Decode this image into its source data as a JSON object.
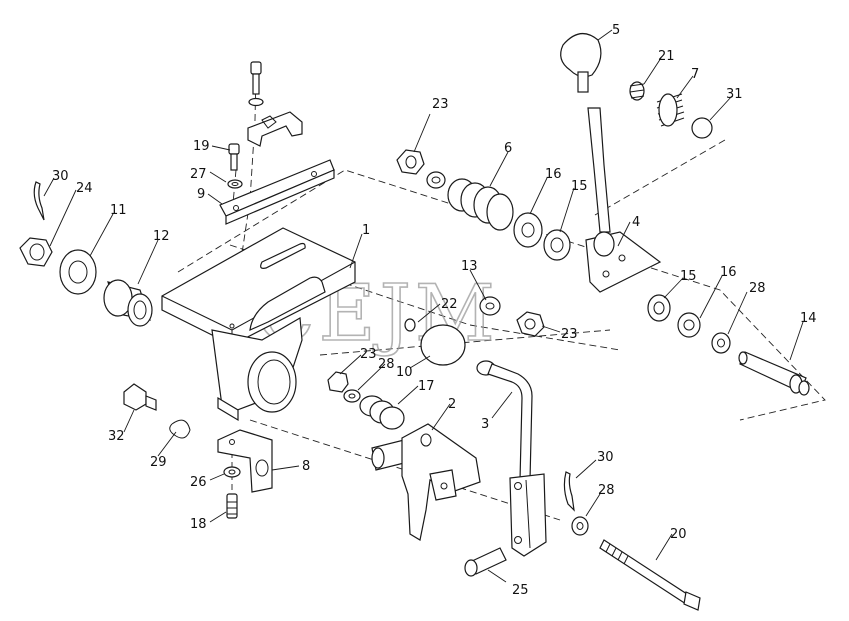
{
  "watermark": "CEJM",
  "parts": [
    {
      "id": "1",
      "label": "1"
    },
    {
      "id": "2",
      "label": "2"
    },
    {
      "id": "3",
      "label": "3"
    },
    {
      "id": "4",
      "label": "4"
    },
    {
      "id": "5",
      "label": "5"
    },
    {
      "id": "6",
      "label": "6"
    },
    {
      "id": "7",
      "label": "7"
    },
    {
      "id": "8",
      "label": "8"
    },
    {
      "id": "9",
      "label": "9"
    },
    {
      "id": "10",
      "label": "10"
    },
    {
      "id": "11",
      "label": "11"
    },
    {
      "id": "12",
      "label": "12"
    },
    {
      "id": "13",
      "label": "13"
    },
    {
      "id": "14",
      "label": "14"
    },
    {
      "id": "15a",
      "label": "15"
    },
    {
      "id": "15b",
      "label": "15"
    },
    {
      "id": "16a",
      "label": "16"
    },
    {
      "id": "16b",
      "label": "16"
    },
    {
      "id": "17",
      "label": "17"
    },
    {
      "id": "18",
      "label": "18"
    },
    {
      "id": "19",
      "label": "19"
    },
    {
      "id": "20",
      "label": "20"
    },
    {
      "id": "21",
      "label": "21"
    },
    {
      "id": "22",
      "label": "22"
    },
    {
      "id": "23a",
      "label": "23"
    },
    {
      "id": "23b",
      "label": "23"
    },
    {
      "id": "23c",
      "label": "23"
    },
    {
      "id": "24",
      "label": "24"
    },
    {
      "id": "25",
      "label": "25"
    },
    {
      "id": "26",
      "label": "26"
    },
    {
      "id": "27",
      "label": "27"
    },
    {
      "id": "28a",
      "label": "28"
    },
    {
      "id": "28b",
      "label": "28"
    },
    {
      "id": "28c",
      "label": "28"
    },
    {
      "id": "29",
      "label": "29"
    },
    {
      "id": "30a",
      "label": "30"
    },
    {
      "id": "30b",
      "label": "30"
    },
    {
      "id": "31",
      "label": "31"
    },
    {
      "id": "32",
      "label": "32"
    }
  ]
}
